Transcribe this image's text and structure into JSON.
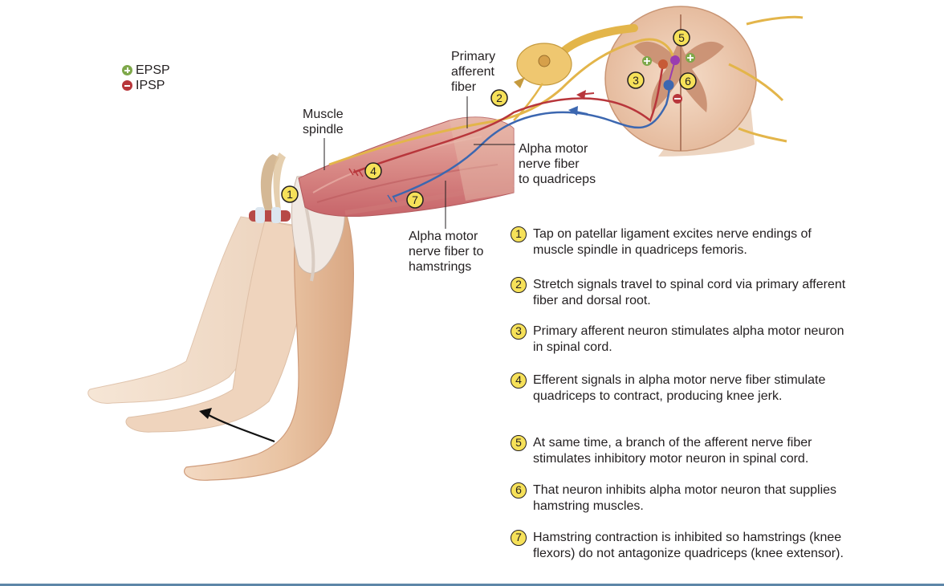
{
  "legend": [
    {
      "symbol": "plus",
      "label": "EPSP"
    },
    {
      "symbol": "minus",
      "label": "IPSP"
    }
  ],
  "labels": {
    "primary_afferent": [
      "Primary",
      "afferent",
      "fiber"
    ],
    "muscle_spindle": [
      "Muscle",
      "spindle"
    ],
    "alpha_quadriceps": [
      "Alpha motor",
      "nerve fiber",
      "to quadriceps"
    ],
    "alpha_hamstrings": [
      "Alpha motor",
      "nerve fiber to",
      "hamstrings"
    ]
  },
  "markers": [
    "1",
    "2",
    "3",
    "4",
    "5",
    "6",
    "7"
  ],
  "steps": [
    {
      "num": "1",
      "text": "Tap on patellar ligament excites nerve endings of muscle spindle in quadriceps femoris."
    },
    {
      "num": "2",
      "text": "Stretch signals travel to spinal cord via primary afferent fiber and dorsal root."
    },
    {
      "num": "3",
      "text": "Primary afferent neuron stimulates alpha motor neuron in spinal cord."
    },
    {
      "num": "4",
      "text": "Efferent signals in alpha motor nerve fiber stimulate quadriceps to contract, producing knee jerk."
    },
    {
      "num": "5",
      "text": "At same time, a branch of the afferent nerve fiber stimulates inhibitory motor neuron in spinal cord."
    },
    {
      "num": "6",
      "text": "That neuron inhibits alpha motor neuron that supplies hamstring muscles."
    },
    {
      "num": "7",
      "text": "Hamstring contraction is inhibited so hamstrings (knee flexors) do not antagonize quadriceps (knee extensor)."
    }
  ],
  "colors": {
    "afferent": "#e3b54a",
    "efferent_quadriceps": "#b8363b",
    "efferent_hamstrings": "#3c67b0",
    "marker_fill": "#f6e159",
    "epsp": "#7ea84a",
    "ipsp": "#b8363b"
  }
}
